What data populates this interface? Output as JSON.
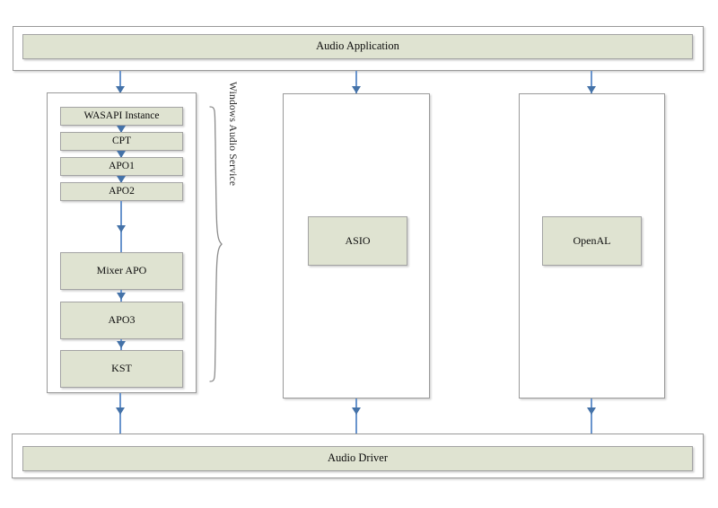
{
  "diagram": {
    "title_top": "Audio Application",
    "title_bottom": "Audio Driver",
    "brace_label": "Windows Audio Service",
    "colors": {
      "box_fill": "#dfe3d1",
      "box_border": "#a3a3a3",
      "container_border": "#9a9a9a",
      "arrow": "#4472a8",
      "arrow_line": "#6a95cd",
      "background": "#ffffff",
      "text": "#0d0d0d"
    },
    "columns": [
      {
        "id": "windows-audio-service",
        "nodes": [
          {
            "id": "wasapi-instance",
            "label": "WASAPI Instance"
          },
          {
            "id": "cpt",
            "label": "CPT"
          },
          {
            "id": "apo1",
            "label": "APO1"
          },
          {
            "id": "apo2",
            "label": "APO2"
          },
          {
            "id": "mixer-apo",
            "label": "Mixer APO"
          },
          {
            "id": "apo3",
            "label": "APO3"
          },
          {
            "id": "kst",
            "label": "KST"
          }
        ]
      },
      {
        "id": "asio",
        "nodes": [
          {
            "id": "asio",
            "label": "ASIO"
          }
        ]
      },
      {
        "id": "openal",
        "nodes": [
          {
            "id": "openal",
            "label": "OpenAL"
          }
        ]
      }
    ]
  }
}
